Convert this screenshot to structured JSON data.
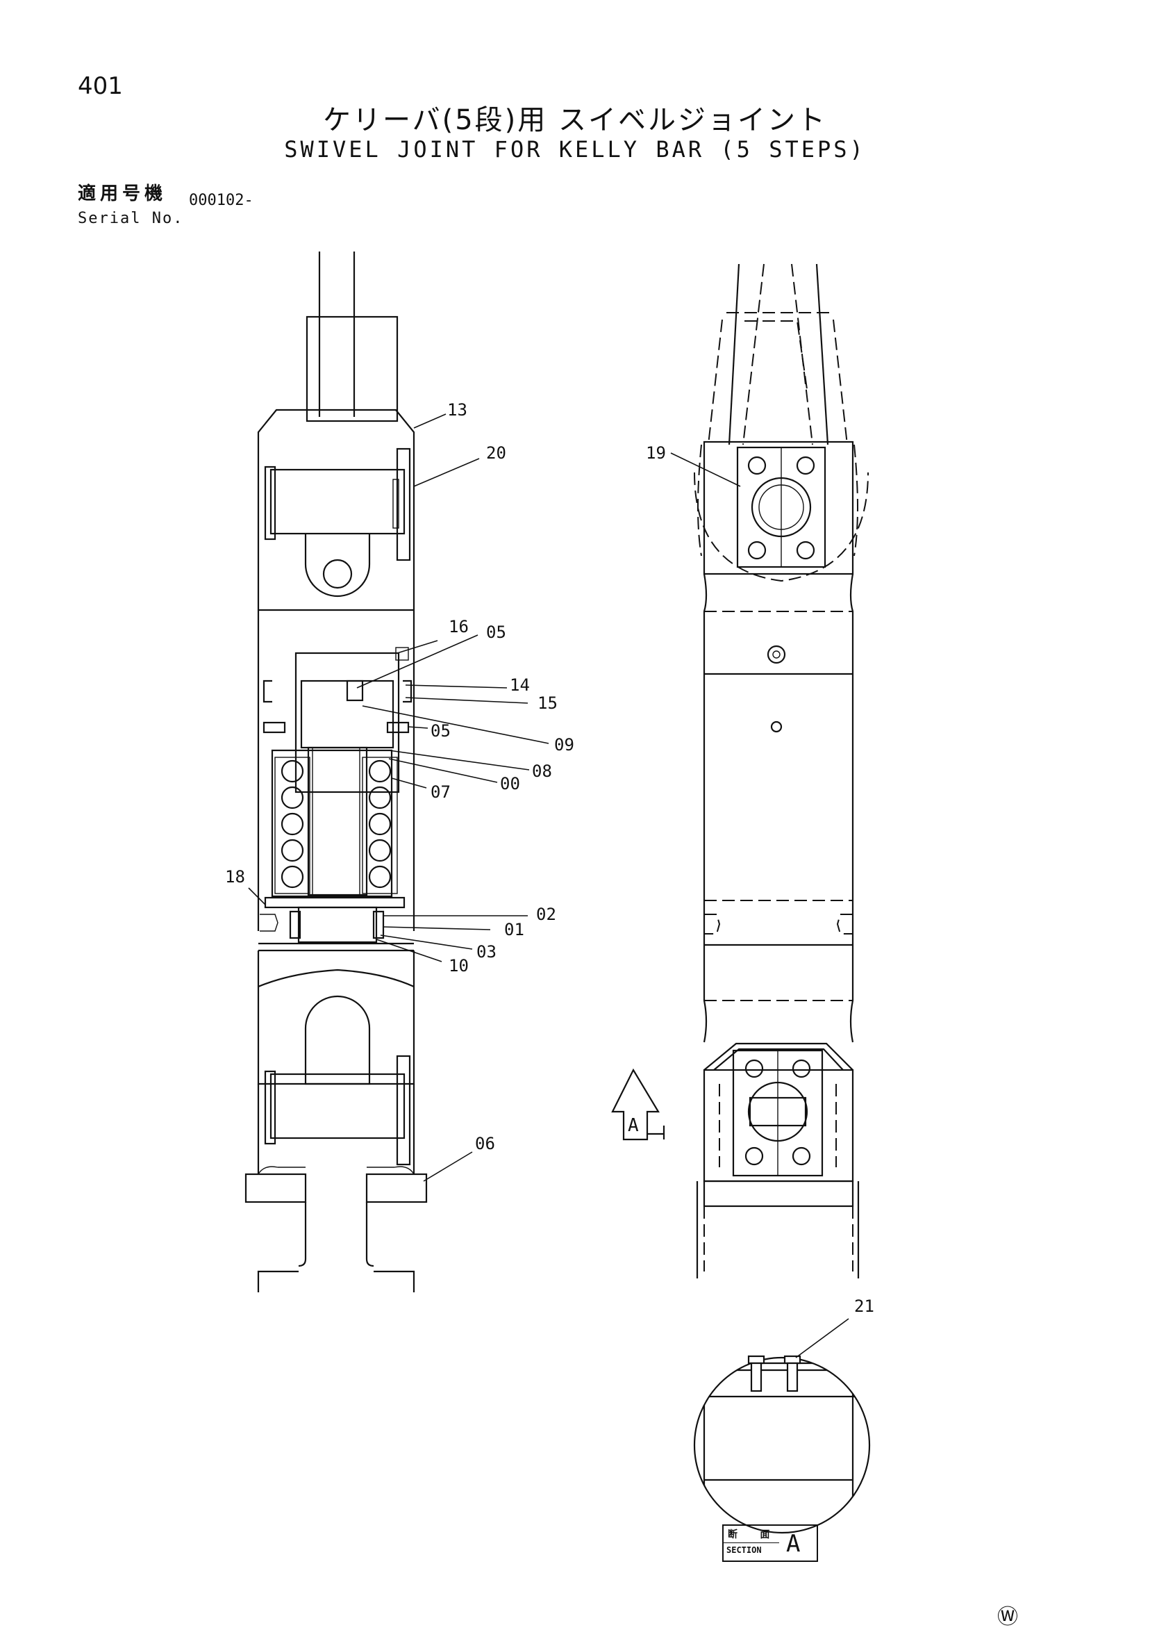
{
  "header": {
    "page_number": "401",
    "title_jp": "ケリーバ(5段)用 スイベルジョイント",
    "title_en": "SWIVEL JOINT FOR KELLY BAR (5 STEPS)",
    "serial_label_jp": "適用号機",
    "serial_label_en": "Serial No.",
    "serial_value": "000102-"
  },
  "callouts": {
    "c13": "13",
    "c20": "20",
    "c16": "16",
    "c05a": "05",
    "c14": "14",
    "c15": "15",
    "c05b": "05",
    "c09": "09",
    "c08": "08",
    "c00": "00",
    "c07": "07",
    "c18": "18",
    "c02": "02",
    "c01": "01",
    "c03": "03",
    "c10": "10",
    "c06": "06",
    "c19": "19",
    "c21": "21"
  },
  "view_marker": {
    "letter": "A"
  },
  "section": {
    "label_jp": "断 面",
    "label_en": "SECTION",
    "letter": "A"
  },
  "footer": {
    "mark": "Ⓦ"
  }
}
